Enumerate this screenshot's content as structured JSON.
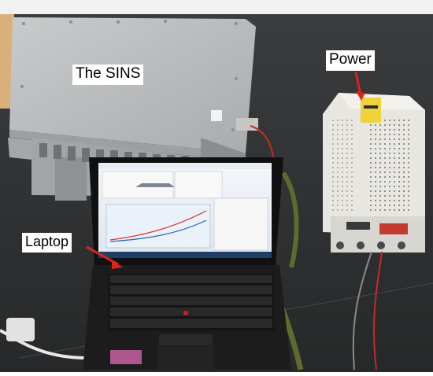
{
  "labels": {
    "sins": "The SINS",
    "power": "Power",
    "laptop": "Laptop"
  },
  "colors": {
    "annotation_arrow": "#e0211f",
    "table": "#2f3133",
    "wall": "#f1f1f1",
    "sins_housing": "#b9bcbd",
    "power_supply": "#e8e6e1"
  }
}
